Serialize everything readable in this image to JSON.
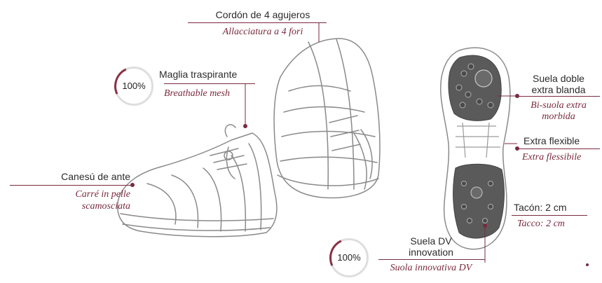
{
  "labels": {
    "cordon": {
      "es": "Cordón de 4 agujeros",
      "it": "Allacciatura a 4 fori"
    },
    "maglia": {
      "es": "Maglia traspirante",
      "it": "Breathable mesh",
      "badge": "100%"
    },
    "canesu": {
      "es": "Canesú de ante",
      "it_1": "Carré in pelle",
      "it_2": "scamosciata"
    },
    "suela_doble": {
      "es_1": "Suela doble",
      "es_2": "extra blanda",
      "it_1": "Bi-suola extra",
      "it_2": "morbida"
    },
    "flexible": {
      "es": "Extra flexible",
      "it": "Extra flessibile"
    },
    "tacon": {
      "es": "Tacón: 2 cm",
      "it": "Tacco: 2 cm"
    },
    "suela_dv": {
      "es_1": "Suela DV",
      "es_2": "innovation",
      "it": "Suola innovativa DV",
      "badge": "100%"
    }
  },
  "colors": {
    "accent": "#7a2a3e",
    "text": "#2b2b2b",
    "sketch": "#8a8a8a",
    "sole": "#555555"
  }
}
